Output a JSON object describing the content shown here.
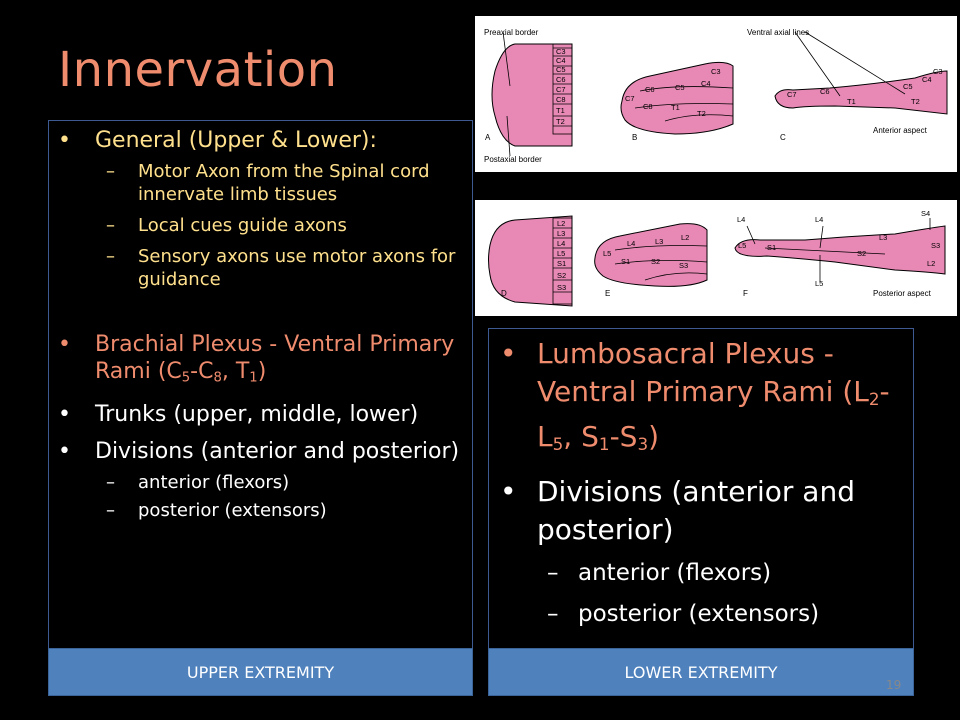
{
  "slide": {
    "title": "Innervation",
    "page_number": "19"
  },
  "left_box": {
    "general_heading": "General (Upper & Lower):",
    "general_items": [
      "Motor Axon from the Spinal cord innervate limb tissues",
      "Local cues guide axons",
      "Sensory axons use motor axons for guidance"
    ],
    "brachial": {
      "text_a": "Brachial Plexus - Ventral Primary Rami (C",
      "sub_1": "5",
      "text_b": "-C",
      "sub_2": "8",
      "text_c": ", T",
      "sub_3": "1",
      "text_d": ")"
    },
    "trunks": "Trunks (upper, middle, lower)",
    "divisions": "Divisions (anterior and posterior)",
    "division_items": [
      "anterior (flexors)",
      "posterior (extensors)"
    ]
  },
  "right_box": {
    "lumbosacral": {
      "text_a": "Lumbosacral Plexus - Ventral Primary Rami (L",
      "sub_1": "2",
      "text_b": "-L",
      "sub_2": "5",
      "text_c": ", S",
      "sub_3": "1",
      "text_d": "-S",
      "sub_4": "3",
      "text_e": ")"
    },
    "divisions": "Divisions (anterior and posterior)",
    "division_items": [
      "anterior (flexors)",
      "posterior (extensors)"
    ]
  },
  "footers": {
    "left": "UPPER EXTREMITY",
    "right": "LOWER EXTREMITY"
  },
  "figure_upper": {
    "preaxial": "Preaxial border",
    "postaxial": "Postaxial border",
    "ventral_axial": "Ventral axial lines",
    "anterior_aspect": "Anterior aspect",
    "panel_a": "A",
    "panel_b": "B",
    "panel_c": "C",
    "a_labels": [
      "C3",
      "C4",
      "C5",
      "C6",
      "C7",
      "C8",
      "T1",
      "T2"
    ],
    "b_labels": [
      "C3",
      "C4",
      "C5",
      "C6",
      "C7",
      "C8",
      "T1",
      "T2"
    ],
    "c_labels": [
      "C7",
      "C6",
      "T1",
      "C5",
      "C4",
      "C3",
      "T2"
    ]
  },
  "figure_lower": {
    "posterior_aspect": "Posterior aspect",
    "panel_d": "D",
    "panel_e": "E",
    "panel_f": "F",
    "d_labels": [
      "L2",
      "L3",
      "L4",
      "L5",
      "S1",
      "S2",
      "S3"
    ],
    "e_labels": [
      "L2",
      "L3",
      "L4",
      "L5",
      "S1",
      "S2",
      "S3"
    ],
    "f_labels": [
      "L4",
      "L4",
      "S4",
      "L5",
      "S1",
      "L3",
      "S3",
      "S2",
      "L2",
      "L5"
    ]
  },
  "colors": {
    "title": "#f08c6e",
    "yellow_text": "#ffe08c",
    "footer_bg": "#4f81bd",
    "box_border": "#3d5a92",
    "dermatome_pink": "#e889b5"
  }
}
